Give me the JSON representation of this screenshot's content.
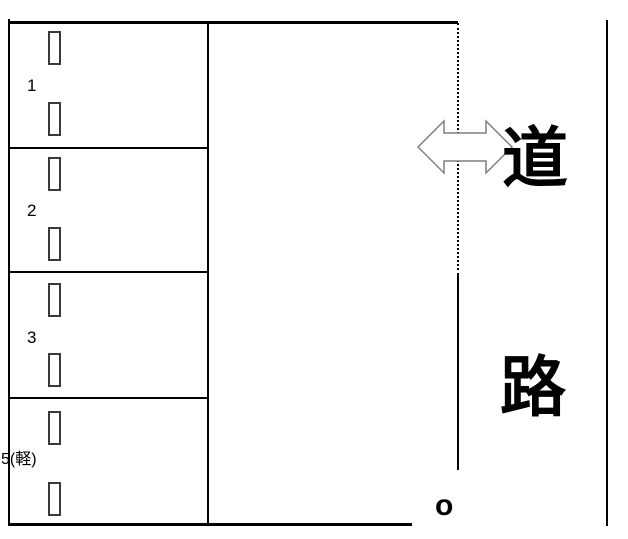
{
  "diagram": {
    "kind": "parking-lot-layout",
    "spaces": [
      {
        "label": "1"
      },
      {
        "label": "2"
      },
      {
        "label": "3"
      },
      {
        "label": "5(軽)"
      }
    ],
    "road": {
      "top_char": "道",
      "bottom_char": "路"
    },
    "entrance_marker": "o",
    "icons": {
      "two_way_arrow": "double-headed-horizontal-arrow"
    },
    "colors": {
      "background": "#ffffff",
      "line": "#000000",
      "stopper_outline": "#3a3a3a",
      "arrow_outline": "#7f7f7f",
      "text": "#000000"
    }
  }
}
